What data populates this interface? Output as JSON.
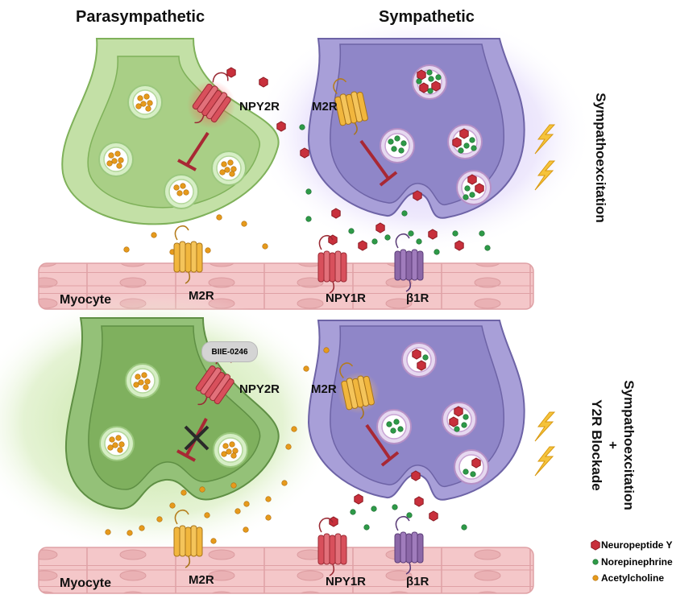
{
  "headers": {
    "parasympathetic": "Parasympathetic",
    "sympathetic": "Sympathetic"
  },
  "top_panel": {
    "side_label": "Sympathoexcitation",
    "receptors": {
      "npy2r": "NPY2R",
      "m2r_presynaptic": "M2R",
      "m2r_myocyte": "M2R",
      "npy1r": "NPY1R",
      "b1r": "β1R"
    },
    "myocyte": "Myocyte"
  },
  "bottom_panel": {
    "side_label_line1": "Sympathoexcitation",
    "side_label_line2": "+",
    "side_label_line3": "Y2R Blockade",
    "drug": "BIIE-0246",
    "receptors": {
      "npy2r": "NPY2R",
      "m2r_presynaptic": "M2R",
      "m2r_myocyte": "M2R",
      "npy1r": "NPY1R",
      "b1r": "β1R"
    },
    "myocyte": "Myocyte"
  },
  "legend": {
    "neuropeptide_y": "Neuropeptide Y",
    "norepinephrine": "Norepinephrine",
    "acetylcholine": "Acetylcholine"
  },
  "colors": {
    "parasympathetic_terminal": "#a9cf86",
    "sympathetic_terminal": "#8f86c8",
    "myocyte": "#f4c7c9",
    "neuropeptide_y": "#c8303c",
    "norepinephrine": "#2e9a48",
    "acetylcholine": "#e69a1c",
    "m2r_receptor": "#eeb43a",
    "npy_receptor": "#d8505c",
    "beta1_receptor": "#8c68a8",
    "inhibition": "#a82834"
  },
  "icons": {
    "lightning": "lightning-bolt-icon",
    "block": "x-cross-icon"
  }
}
